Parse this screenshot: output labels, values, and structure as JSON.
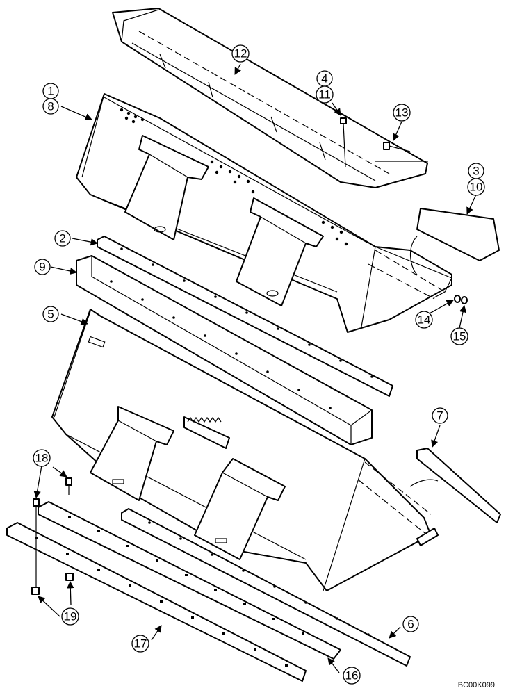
{
  "drawing_id": "BC00K099",
  "callouts": {
    "c1": "1",
    "c8": "8",
    "c2": "2",
    "c9": "9",
    "c5": "5",
    "c12": "12",
    "c4": "4",
    "c11": "11",
    "c13": "13",
    "c3": "3",
    "c10": "10",
    "c14": "14",
    "c15": "15",
    "c7": "7",
    "c18": "18",
    "c19": "19",
    "c17": "17",
    "c16": "16",
    "c6": "6"
  }
}
